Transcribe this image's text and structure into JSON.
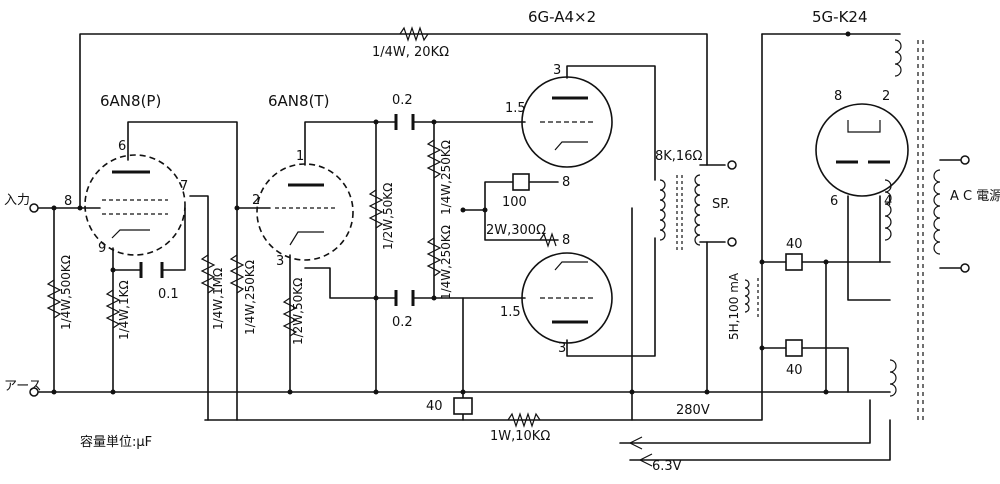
{
  "tubes": {
    "pre_p": "6AN8(P)",
    "pre_t": "6AN8(T)",
    "output": "6G-A4×2",
    "rectifier": "5G-K24"
  },
  "pins": {
    "p6": "6",
    "p8": "8",
    "p7": "7",
    "p9": "9",
    "t1": "1",
    "t2": "2",
    "t3": "3",
    "o_top_3": "3",
    "o_top_15": "1.5",
    "o_top_8": "8",
    "o_bot_8": "8",
    "o_bot_15": "1.5",
    "o_bot_3": "3",
    "r8": "8",
    "r2": "2",
    "r6": "6",
    "r4": "4"
  },
  "labels": {
    "input": "入力",
    "earth": "アース",
    "capacitance_unit": "容量単位:μF",
    "ac_power": "A C 電源",
    "speaker": "SP.",
    "transformer_imp": "8K,16Ω",
    "choke": "5H,100 mA",
    "b_plus": "280V",
    "heater": "6.3V"
  },
  "components": {
    "r_feedback": "1/4W, 20KΩ",
    "r_in": "1/4W,500KΩ",
    "r_cath1": "1/4W,1KΩ",
    "c_cath1": "0.1",
    "r_plate1": "1/4W,1MΩ",
    "r_grid2": "1/4W,250KΩ",
    "c_top": "0.2",
    "c_bot": "0.2",
    "r_plate2": "1/2W,50KΩ",
    "r_cath2": "1/2W,50KΩ",
    "r_g_top": "1/4W,250KΩ",
    "r_g_bot": "1/4W,250KΩ",
    "c_bias": "100",
    "r_bias": "2W,300Ω",
    "c_filter1": "40",
    "c_filter2": "40",
    "c_filter3": "40",
    "r_supply": "1W,10KΩ"
  }
}
